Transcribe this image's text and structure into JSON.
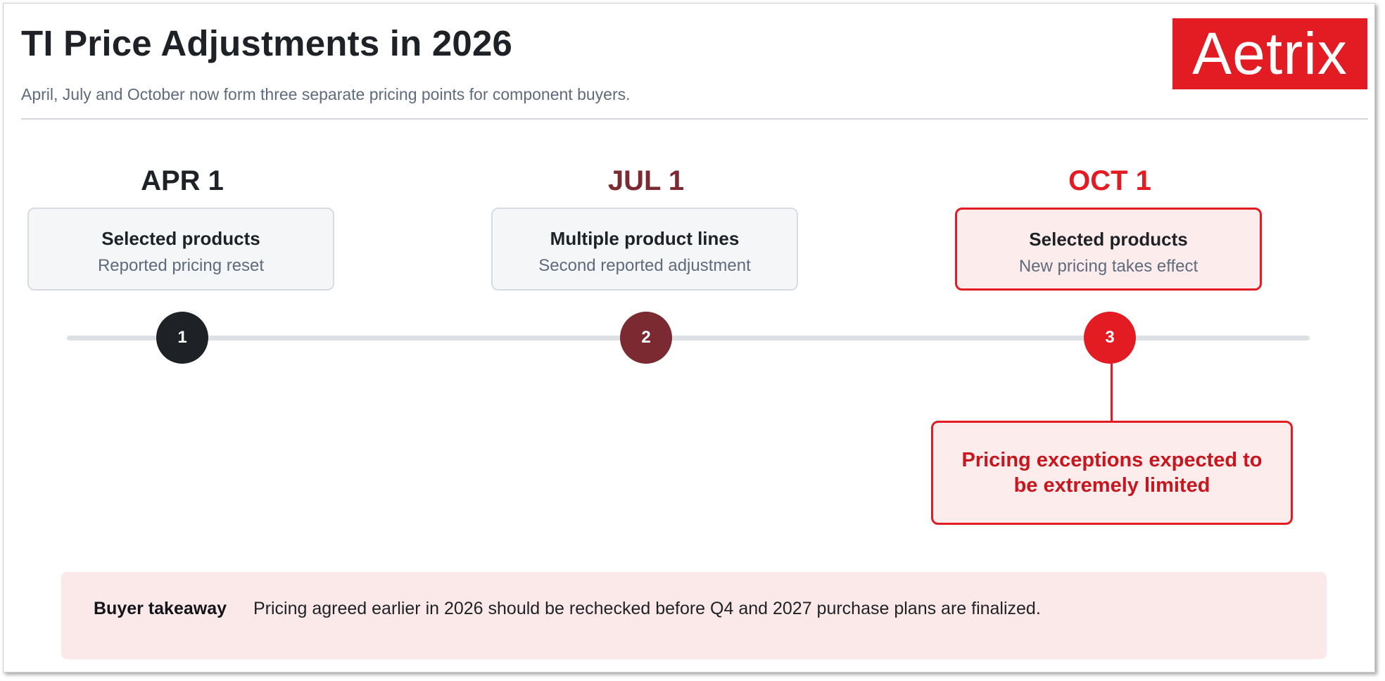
{
  "header": {
    "title": "TI Price Adjustments in 2026",
    "subtitle": "April, July and October now form three separate pricing points for component buyers.",
    "logo_text": "Aetrix"
  },
  "colors": {
    "brand_red": "#e31b23",
    "dark": "#1e2227",
    "maroon": "#7a2a30",
    "muted": "#5f6b7d"
  },
  "timeline": [
    {
      "date": "APR 1",
      "heading": "Selected products",
      "detail": "Reported pricing reset",
      "step": "1",
      "color": "#1e2227"
    },
    {
      "date": "JUL 1",
      "heading": "Multiple product lines",
      "detail": "Second reported adjustment",
      "step": "2",
      "color": "#7a2a30"
    },
    {
      "date": "OCT 1",
      "heading": "Selected products",
      "detail": "New pricing takes effect",
      "step": "3",
      "color": "#e31b23"
    }
  ],
  "callout": {
    "text": "Pricing exceptions expected to be extremely limited"
  },
  "takeaway": {
    "label": "Buyer takeaway",
    "text": "Pricing agreed earlier in 2026 should be rechecked before Q4 and 2027 purchase plans are finalized."
  }
}
